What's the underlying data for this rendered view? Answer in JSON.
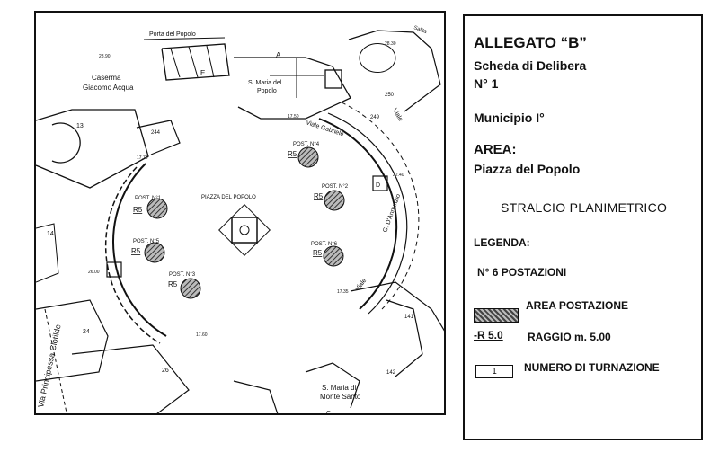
{
  "panel": {
    "title": "ALLEGATO “B”",
    "subtitle": "Scheda di Delibera",
    "number": "N° 1",
    "municipio": "Municipio I°",
    "area_label": "AREA:",
    "area_value": "Piazza del Popolo",
    "stralcio": "STRALCIO PLANIMETRICO",
    "legend_label": "LEGENDA:",
    "postazioni": "N° 6 POSTAZIONI",
    "legend_area": "AREA  POSTAZIONE",
    "legend_radius_sample": "-R 5.0",
    "legend_radius": "RAGGIO m. 5.00",
    "legend_turn_sample": "1",
    "legend_turn": "NUMERO DI TURNAZIONE"
  },
  "map": {
    "porta": "Porta del Popolo",
    "caserma": "Caserma",
    "caserma2": "Giacomo Acqua",
    "smaria_popolo1": "S. Maria del",
    "smaria_popolo2": "Popolo",
    "piazza": "PIAZZA DEL POPOLO",
    "viale_gabriele": "Viale  Gabriele",
    "viale_dannunzio": "G. D'Annunzio",
    "viale": "Viale",
    "via_principessa": "Via  Principessa  Clotilde",
    "smaria_monte1": "S. Maria di",
    "smaria_monte2": "Monte Santo",
    "salita": "Salita",
    "letter_a": "A",
    "letter_e": "E",
    "letter_c": "C",
    "letter_d": "D",
    "n13": "13",
    "n14": "14",
    "n24": "24",
    "n26": "26",
    "n141": "141",
    "n142": "142",
    "n244": "244",
    "n249": "249",
    "n250": "250",
    "q2890": "28.90",
    "q2830": "28.30",
    "q1770": "17.70",
    "q1750": "17.50",
    "q2240": "22.40",
    "q2600": "26.00",
    "q1760": "17.60",
    "q1735": "17.35",
    "posts": [
      {
        "label": "POST. N°1",
        "r": "R5"
      },
      {
        "label": "POST. N°2",
        "r": "R5"
      },
      {
        "label": "POST. N°3",
        "r": "R5"
      },
      {
        "label": "POST. N°4",
        "r": "R5"
      },
      {
        "label": "POST. N°5",
        "r": "R5"
      },
      {
        "label": "POST. N°6",
        "r": "R5"
      }
    ]
  }
}
